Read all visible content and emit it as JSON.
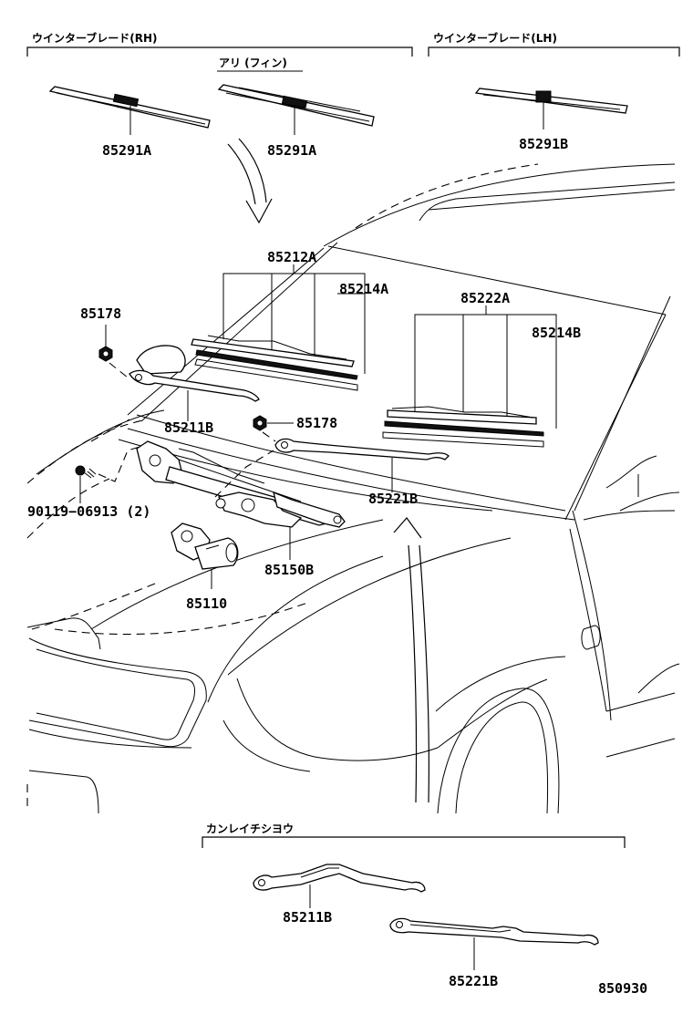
{
  "headers": {
    "blade_rh": "ウインターブレード(RH)",
    "blade_lh": "ウインターブレード(LH)",
    "fin_note": "アリ (フィン)",
    "cold_area": "カンレイチシヨウ"
  },
  "parts": {
    "p85291A_1": "85291A",
    "p85291A_2": "85291A",
    "p85291B": "85291B",
    "p85212A": "85212A",
    "p85214A": "85214A",
    "p85222A": "85222A",
    "p85214B": "85214B",
    "p85178_1": "85178",
    "p85178_2": "85178",
    "p85211B_1": "85211B",
    "p90119": "90119−06913 (2)",
    "p85221B_1": "85221B",
    "p85150B": "85150B",
    "p85110": "85110",
    "p85211B_2": "85211B",
    "p85221B_2": "85221B"
  },
  "figure_number": "850930"
}
